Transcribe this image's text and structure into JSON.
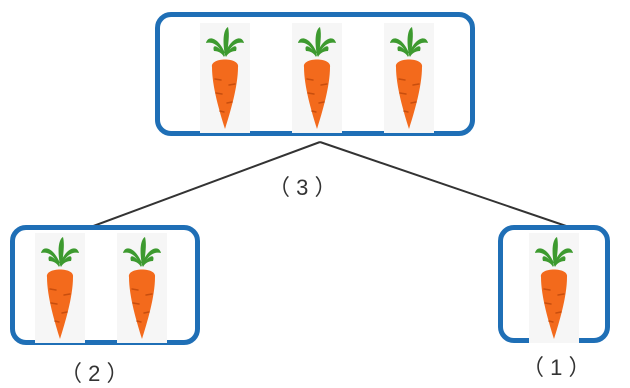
{
  "top": {
    "count": 3,
    "label": "（ 3 ）"
  },
  "left": {
    "count": 2,
    "label": "（ 2 ）"
  },
  "right": {
    "count": 1,
    "label": "（ 1 ）"
  },
  "colors": {
    "frame": "#1f6fb6",
    "carrot": "#f36a1c",
    "leaf": "#3d9a2f"
  }
}
